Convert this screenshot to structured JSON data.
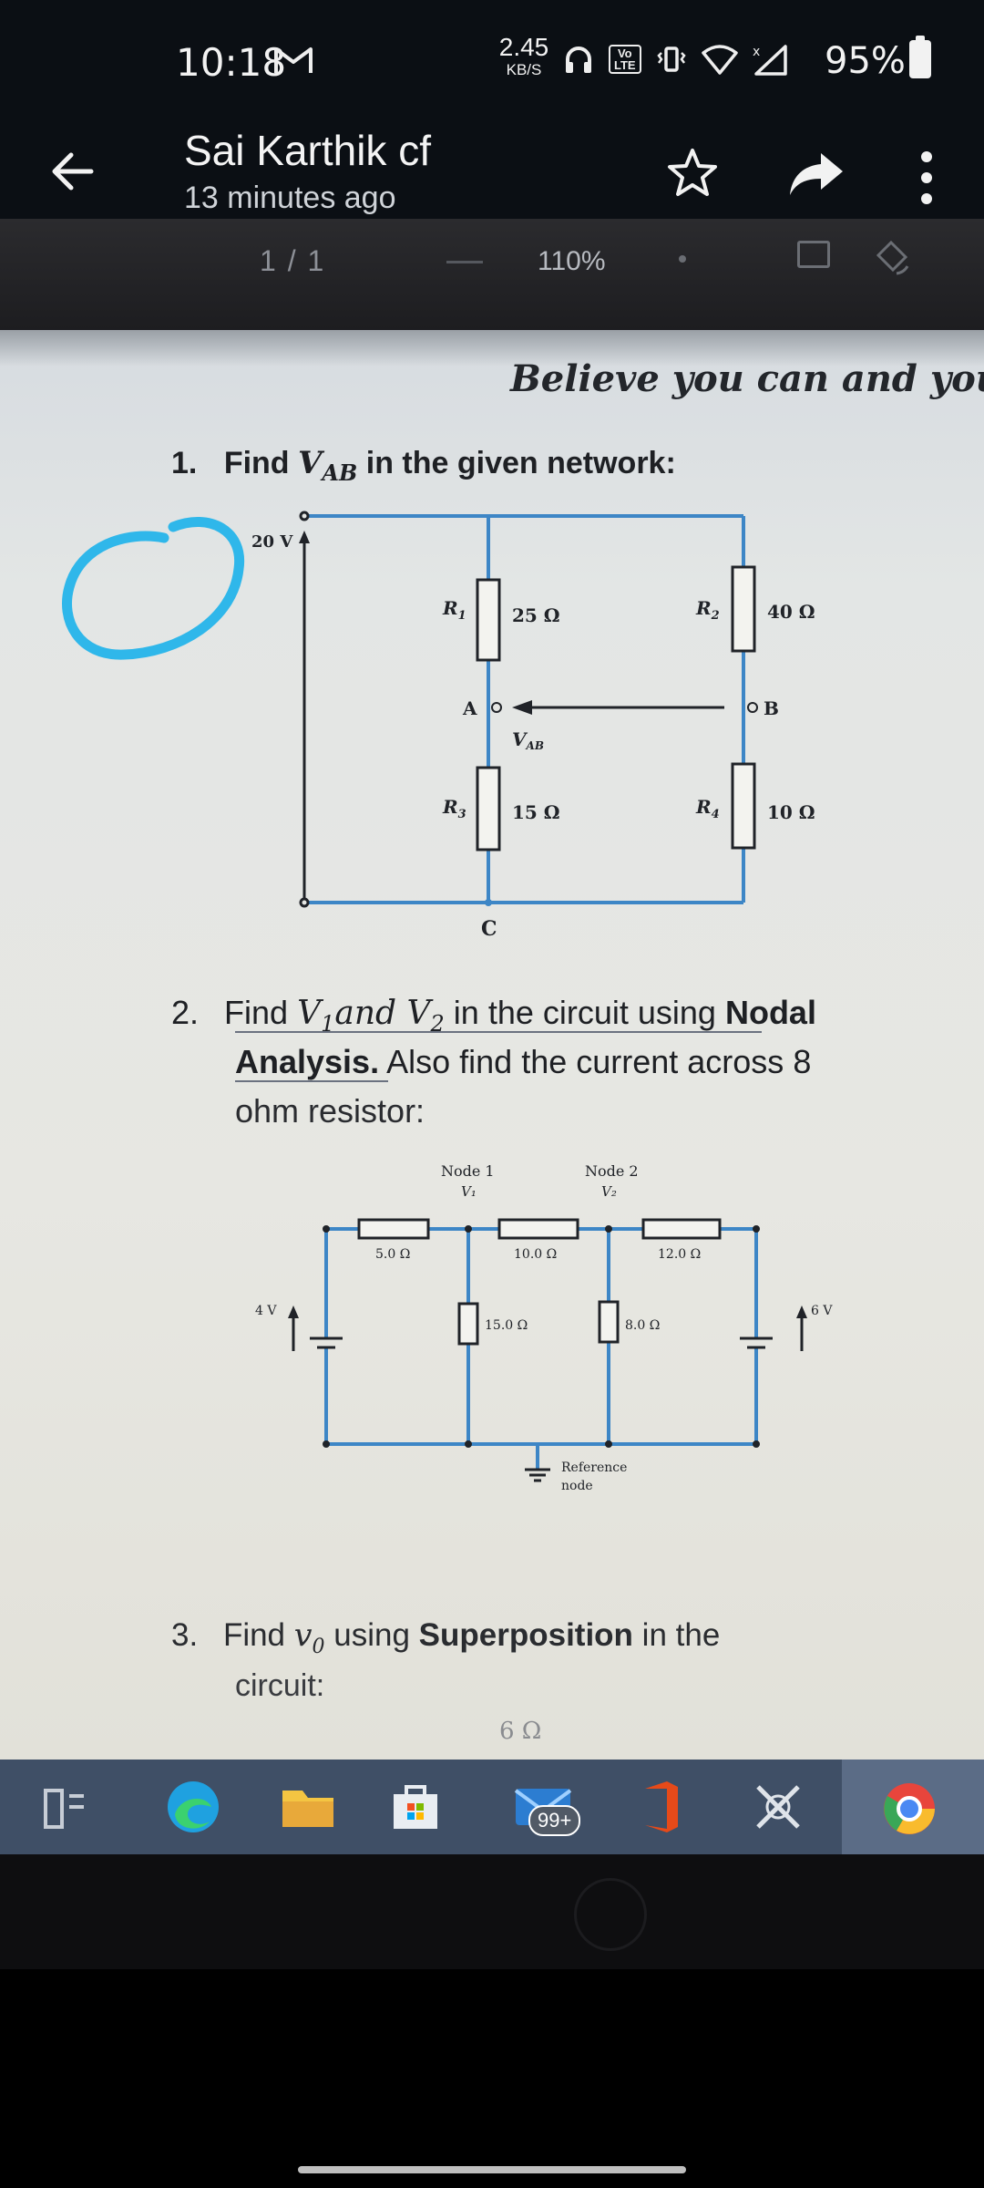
{
  "status_bar": {
    "time": "10:18",
    "speed_value": "2.45",
    "speed_unit": "KB/S",
    "volte": "Vo LTE",
    "battery_percent": "95%",
    "icons": [
      "gmail-icon",
      "headphones-icon",
      "volte-icon",
      "vibrate-icon",
      "wifi-icon",
      "signal-icon",
      "battery-icon"
    ]
  },
  "header": {
    "sender": "Sai Karthik cf",
    "time_ago": "13 minutes ago",
    "icons": [
      "back-arrow-icon",
      "star-icon",
      "share-icon",
      "more-vert-icon"
    ]
  },
  "pdf_toolbar": {
    "page": "1 / 1",
    "zoom": "110%"
  },
  "document": {
    "quote": "Believe you can and you",
    "q1": {
      "num": "1.",
      "prefix": "Find ",
      "var": "V",
      "sub": "AB",
      "suffix": " in the given network:"
    },
    "circuit1": {
      "source": "20 V",
      "r1": "R",
      "r1_sub": "1",
      "r1_val": "25 Ω",
      "r2": "R",
      "r2_sub": "2",
      "r2_val": "40 Ω",
      "r3": "R",
      "r3_sub": "3",
      "r3_val": "15 Ω",
      "r4": "R",
      "r4_sub": "4",
      "r4_val": "10 Ω",
      "node_a": "A",
      "node_b": "B",
      "node_c": "C",
      "vab": "V",
      "vab_sub": "AB"
    },
    "q2": {
      "num": "2.",
      "find": "Find ",
      "v1": "V",
      "v1_sub": "1",
      "and": "and ",
      "v2": "V",
      "v2_sub": "2",
      "mid": " in the circuit using ",
      "nodal": "Nodal",
      "analysis": "Analysis.",
      "rest": " Also find the current across 8",
      "line3": "ohm resistor:"
    },
    "circuit2": {
      "node1": "Node 1",
      "node1_v": "V₁",
      "node2": "Node 2",
      "node2_v": "V₂",
      "r_a": "5.0 Ω",
      "r_b": "10.0 Ω",
      "r_c": "12.0 Ω",
      "r_d": "15.0 Ω",
      "r_e": "8.0 Ω",
      "src_left": "4 V",
      "src_right": "6 V",
      "ref1": "Reference",
      "ref2": "node"
    },
    "q3": {
      "num": "3.",
      "find": "Find ",
      "var": "v",
      "sub": "0",
      "using": " using ",
      "superposition": "Superposition",
      "rest": " in the",
      "line2": "circuit:",
      "partial": "6 Ω"
    }
  },
  "taskbar": {
    "mail_badge": "99+",
    "icons": [
      "task-view-icon",
      "edge-icon",
      "file-explorer-icon",
      "store-icon",
      "mail-icon",
      "office-icon",
      "snipping-icon",
      "chrome-icon"
    ]
  },
  "colors": {
    "status_bg": "#0b0f14",
    "wire_blue": "#3d86c6",
    "scribble_cyan": "#2fb7ea",
    "taskbar": "#3f4f66"
  }
}
